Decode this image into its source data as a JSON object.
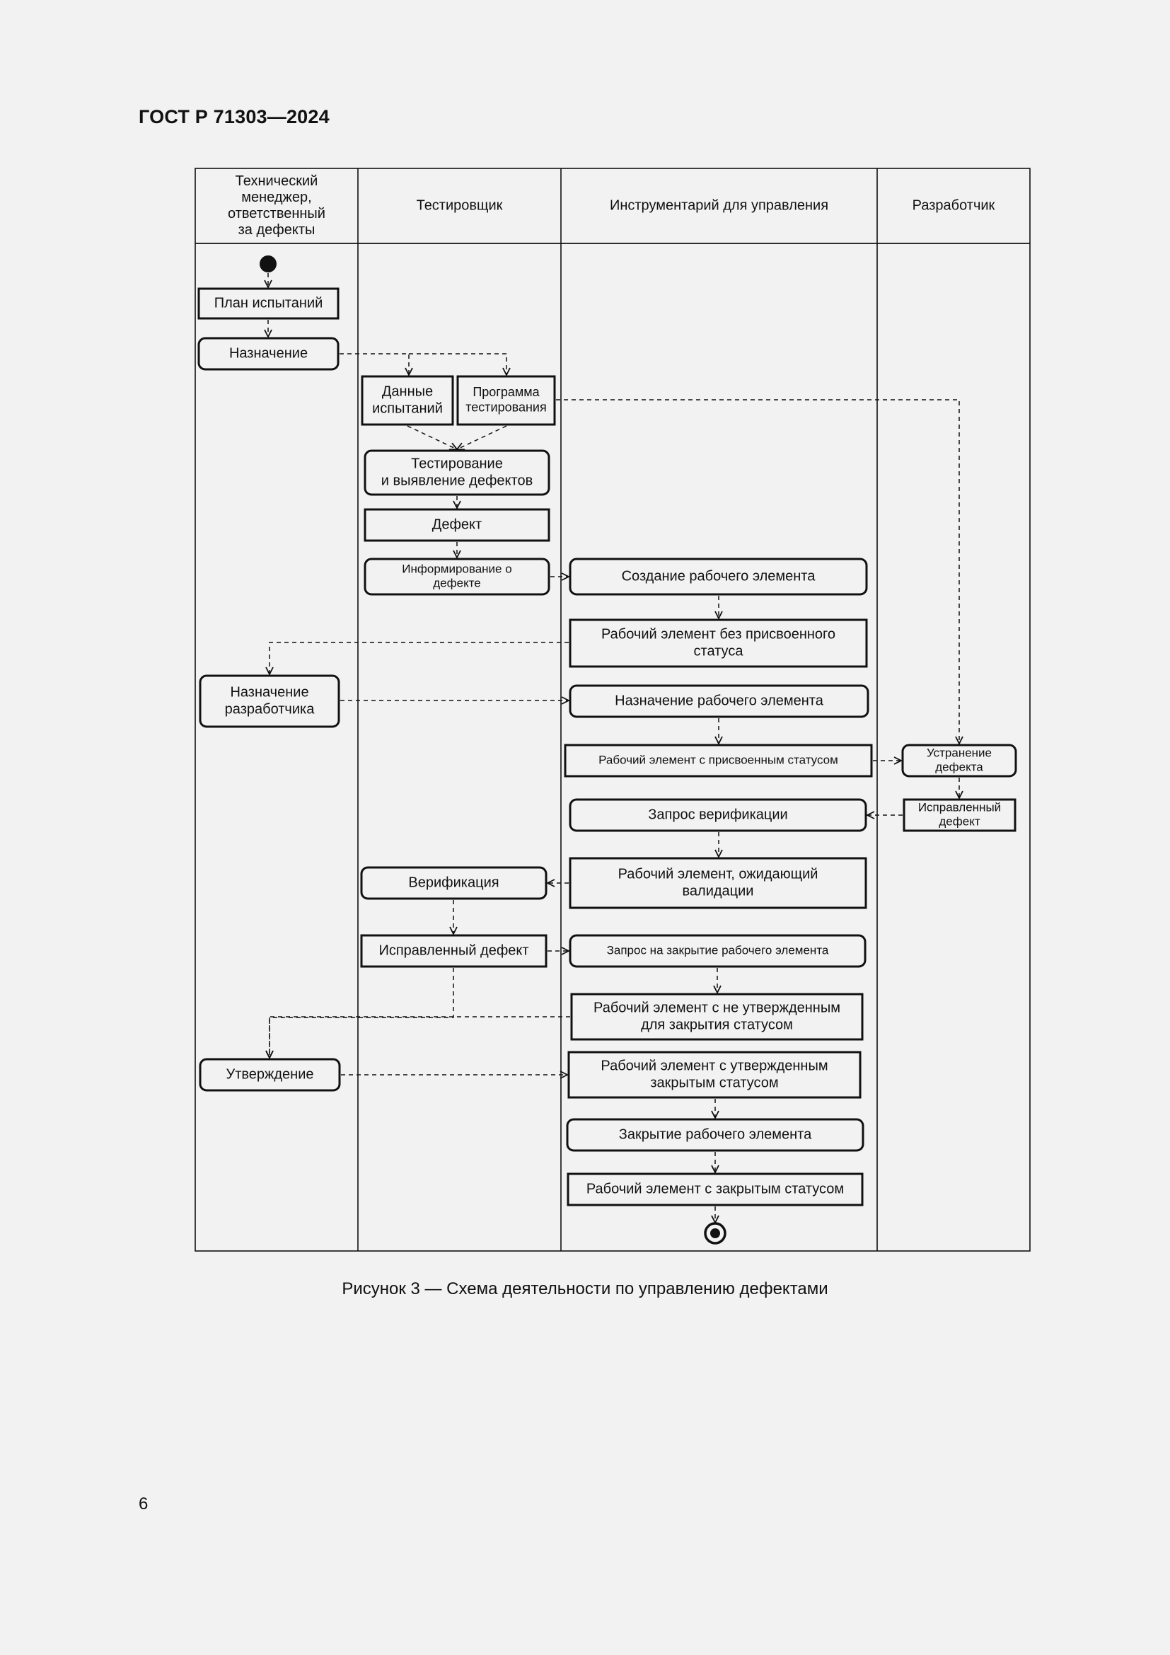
{
  "document": {
    "header": "ГОСТ Р 71303—2024",
    "page_number": "6",
    "caption": "Рисунок 3 — Схема деятельности по управлению дефектами"
  },
  "diagram": {
    "lanes": [
      {
        "id": "manager",
        "label": [
          "Технический",
          "менеджер,",
          "ответственный",
          "за дефекты"
        ]
      },
      {
        "id": "tester",
        "label": [
          "Тестировщик"
        ]
      },
      {
        "id": "tool",
        "label": [
          "Инструментарий для управления"
        ]
      },
      {
        "id": "developer",
        "label": [
          "Разработчик"
        ]
      }
    ],
    "nodes": [
      {
        "id": "plan",
        "lines": [
          "План испытаний"
        ],
        "shape": "rect"
      },
      {
        "id": "assign",
        "lines": [
          "Назначение"
        ],
        "shape": "round"
      },
      {
        "id": "test-data",
        "lines": [
          "Данные",
          "испытаний"
        ],
        "shape": "rect"
      },
      {
        "id": "test-program",
        "lines": [
          "Программа",
          "тестирования"
        ],
        "shape": "rect"
      },
      {
        "id": "testing",
        "lines": [
          "Тестирование",
          "и выявление дефектов"
        ],
        "shape": "round"
      },
      {
        "id": "defect",
        "lines": [
          "Дефект"
        ],
        "shape": "rect"
      },
      {
        "id": "inform",
        "lines": [
          "Информирование о",
          "дефекте"
        ],
        "shape": "round"
      },
      {
        "id": "create-item",
        "lines": [
          "Создание рабочего элемента"
        ],
        "shape": "round"
      },
      {
        "id": "item-no-status",
        "lines": [
          "Рабочий элемент без присвоенного",
          "статуса"
        ],
        "shape": "rect"
      },
      {
        "id": "assign-developer",
        "lines": [
          "Назначение",
          "разработчика"
        ],
        "shape": "round"
      },
      {
        "id": "assign-item",
        "lines": [
          "Назначение рабочего элемента"
        ],
        "shape": "round"
      },
      {
        "id": "item-assigned",
        "lines": [
          "Рабочий элемент с присвоенным статусом"
        ],
        "shape": "rect"
      },
      {
        "id": "fix-defect",
        "lines": [
          "Устранение",
          "дефекта"
        ],
        "shape": "round"
      },
      {
        "id": "fixed-defect-dev",
        "lines": [
          "Исправленный",
          "дефект"
        ],
        "shape": "rect"
      },
      {
        "id": "verification-request",
        "lines": [
          "Запрос верификации"
        ],
        "shape": "round"
      },
      {
        "id": "verification",
        "lines": [
          "Верификация"
        ],
        "shape": "round"
      },
      {
        "id": "item-awaiting",
        "lines": [
          "Рабочий элемент, ожидающий",
          "валидации"
        ],
        "shape": "rect"
      },
      {
        "id": "fixed-defect-tester",
        "lines": [
          "Исправленный дефект"
        ],
        "shape": "rect"
      },
      {
        "id": "close-request",
        "lines": [
          "Запрос на закрытие рабочего элемента"
        ],
        "shape": "round"
      },
      {
        "id": "item-unapproved",
        "lines": [
          "Рабочий элемент с не утвержденным",
          "для закрытия статусом"
        ],
        "shape": "rect"
      },
      {
        "id": "approval",
        "lines": [
          "Утверждение"
        ],
        "shape": "round"
      },
      {
        "id": "item-approved",
        "lines": [
          "Рабочий элемент с утвержденным",
          "закрытым статусом"
        ],
        "shape": "rect"
      },
      {
        "id": "close-item",
        "lines": [
          "Закрытие рабочего элемента"
        ],
        "shape": "round"
      },
      {
        "id": "item-closed",
        "lines": [
          "Рабочий элемент с закрытым статусом"
        ],
        "shape": "rect"
      }
    ],
    "edges": [
      [
        "start",
        "plan"
      ],
      [
        "plan",
        "assign"
      ],
      [
        "assign",
        "test-data"
      ],
      [
        "assign",
        "test-program"
      ],
      [
        "test-data",
        "testing"
      ],
      [
        "test-program",
        "testing"
      ],
      [
        "test-program",
        "fix-defect"
      ],
      [
        "testing",
        "defect"
      ],
      [
        "defect",
        "inform"
      ],
      [
        "inform",
        "create-item"
      ],
      [
        "create-item",
        "item-no-status"
      ],
      [
        "item-no-status",
        "assign-developer"
      ],
      [
        "assign-developer",
        "assign-item"
      ],
      [
        "assign-item",
        "item-assigned"
      ],
      [
        "item-assigned",
        "fix-defect"
      ],
      [
        "fix-defect",
        "fixed-defect-dev"
      ],
      [
        "fixed-defect-dev",
        "verification-request"
      ],
      [
        "verification-request",
        "item-awaiting"
      ],
      [
        "item-awaiting",
        "verification"
      ],
      [
        "verification",
        "fixed-defect-tester"
      ],
      [
        "fixed-defect-tester",
        "close-request"
      ],
      [
        "close-request",
        "item-unapproved"
      ],
      [
        "fixed-defect-tester",
        "approval"
      ],
      [
        "item-unapproved",
        "approval"
      ],
      [
        "approval",
        "item-approved"
      ],
      [
        "item-approved",
        "close-item"
      ],
      [
        "close-item",
        "item-closed"
      ],
      [
        "item-closed",
        "end"
      ]
    ]
  }
}
